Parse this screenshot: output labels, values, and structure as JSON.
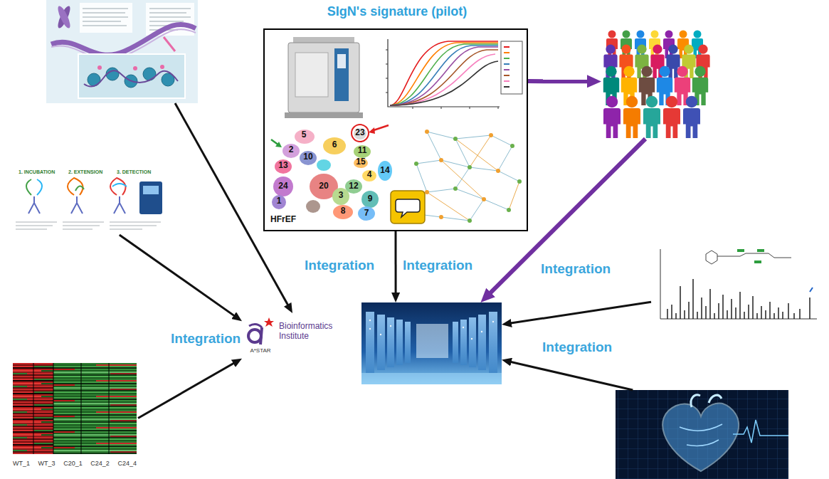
{
  "diagram": {
    "nodes": [
      {
        "text": []
      },
      {
        "text": [
          "SIgN's signature (pilot)"
        ]
      },
      {
        "text": []
      },
      {
        "text": [
          "1. INCUBATION",
          "2. EXTENSION",
          "3. DETECTION"
        ]
      },
      {
        "text": [
          "A*STAR",
          "Bioinformatics Institute"
        ]
      },
      {
        "text": []
      },
      {
        "text": []
      },
      {
        "text": [
          "WT_1 WT_3 C20_1 C24_2 C24_4"
        ]
      },
      {
        "text": []
      }
    ],
    "edges": [
      {
        "from": 0,
        "to": 4,
        "arrow": "to"
      },
      {
        "from": 3,
        "to": 4,
        "arrow": "to"
      },
      {
        "from": 7,
        "to": 4,
        "arrow": "to"
      },
      {
        "from": 1,
        "to": 2,
        "arrow": "to"
      },
      {
        "from": 1,
        "to": 5,
        "arrow": "to"
      },
      {
        "from": 2,
        "to": 5,
        "arrow": "to"
      },
      {
        "from": 6,
        "to": 5,
        "arrow": "to"
      },
      {
        "from": 8,
        "to": 5,
        "arrow": "to"
      }
    ],
    "labels": [
      "5",
      "6",
      "23",
      "11",
      "15",
      "2",
      "10",
      "14",
      "13",
      "4",
      "24",
      "12",
      "20",
      "3",
      "9",
      "1",
      "8",
      "7",
      "HFrEF",
      "Integration",
      "Integration",
      "Integration",
      "Integration",
      "Integration"
    ]
  }
}
